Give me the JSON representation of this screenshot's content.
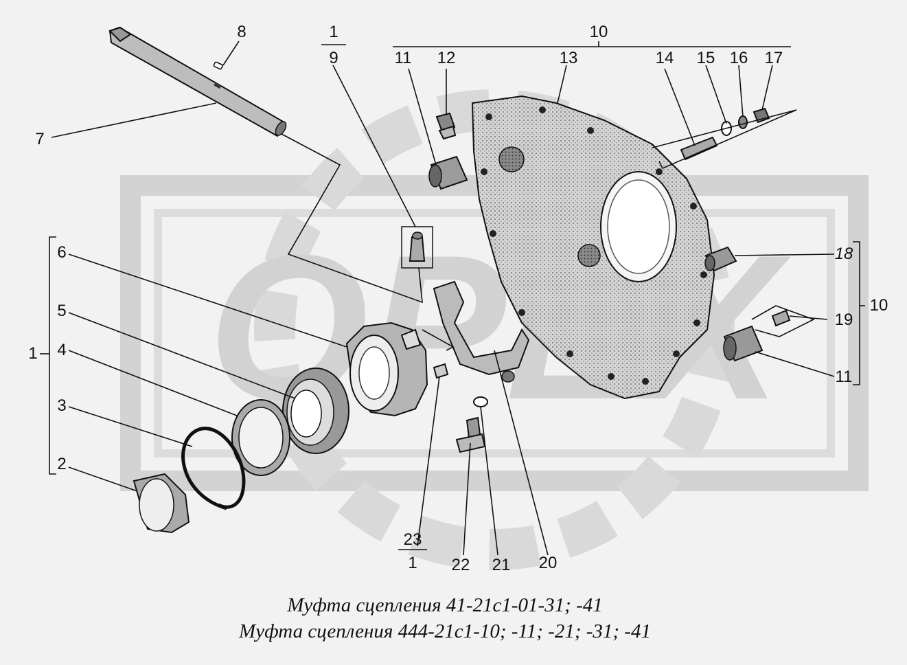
{
  "labels": {
    "l1a": "1",
    "l1b": "1",
    "l1c": "1",
    "l2": "2",
    "l3": "3",
    "l4": "4",
    "l5": "5",
    "l6": "6",
    "l7": "7",
    "l8": "8",
    "l9": "9",
    "l10a": "10",
    "l10b": "10",
    "l11a": "11",
    "l11b": "11",
    "l12": "12",
    "l13": "13",
    "l14": "14",
    "l15": "15",
    "l16": "16",
    "l17": "17",
    "l18": "18",
    "l19": "19",
    "l20": "20",
    "l21": "21",
    "l22": "22",
    "l23": "23"
  },
  "watermark": "ОРЕХ",
  "caption": {
    "line1": "Муфта сцепления 41-21с1-01-31; -41",
    "line2": "Муфта сцепления 444-21с1-10; -11; -21; -31; -41"
  },
  "colors": {
    "ink": "#111111",
    "paper": "#f2f2f2",
    "watermark": "#cfcfcf",
    "shade": "#9a9a9a"
  }
}
